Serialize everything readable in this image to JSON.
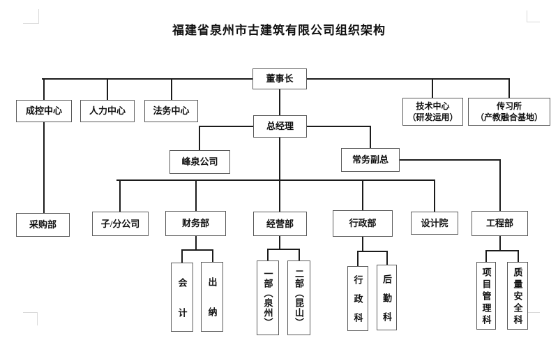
{
  "page": {
    "title": "福建省泉州市古建筑有限公司组织架构"
  },
  "org": {
    "chairman": "董事长",
    "cost_control_center": "成控中心",
    "hr_center": "人力中心",
    "legal_center": "法务中心",
    "tech_center_line1": "技术中心",
    "tech_center_line2": "（研发运用）",
    "heritage_institute_line1": "传习所",
    "heritage_institute_line2": "（产教融合基地）",
    "general_manager": "总经理",
    "fengquan_company": "峰泉公司",
    "executive_deputy_gm": "常务副总",
    "procurement_dept": "采购部",
    "subsidiaries": "子/分公司",
    "finance_dept": "财务部",
    "business_dept": "经营部",
    "admin_dept": "行政部",
    "design_institute": "设计院",
    "engineering_dept": "工程部",
    "accounting": "会计",
    "cashier": "出纳",
    "division1_quanzhou": "一部（泉州）",
    "division2_kunshan": "二部（昆山）",
    "admin_section": "行政科",
    "logistics_section": "后勤科",
    "project_mgmt_section": "项目管理科",
    "quality_safety_section": "质量安全科"
  },
  "colors": {
    "line": "#1b1b1b",
    "box_border": "#5a5a5a",
    "text": "#111111",
    "background": "#ffffff"
  }
}
